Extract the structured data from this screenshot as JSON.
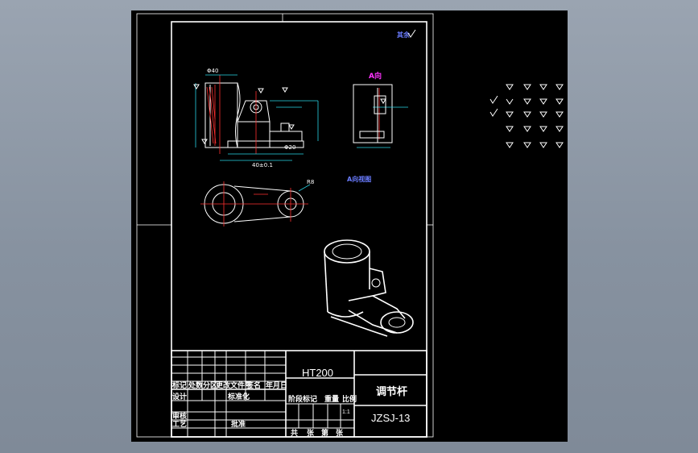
{
  "drawing": {
    "material": "HT200",
    "part_name": "调节杆",
    "drawing_code": "JZSJ-13",
    "scale": "1:1",
    "view_label": "A向",
    "roughness_note": "其余",
    "blue_note": "A向视图"
  },
  "title_block": {
    "row_headers": [
      "标记",
      "处数",
      "分区",
      "更改文件号",
      "签名",
      "年月日"
    ],
    "design_label": "设计",
    "standardize_label": "标准化",
    "review_label": "审核",
    "process_label": "工艺",
    "approve_label": "批准",
    "stage_labels": [
      "阶段标记",
      "重量",
      "比例"
    ],
    "sheet_labels": [
      "共",
      "张",
      "第",
      "张"
    ]
  },
  "colors": {
    "background": "#000000",
    "frame": "#ffffff",
    "dimension": "#29d4e6",
    "centerline": "#ff3030",
    "section": "#ff33ff"
  }
}
